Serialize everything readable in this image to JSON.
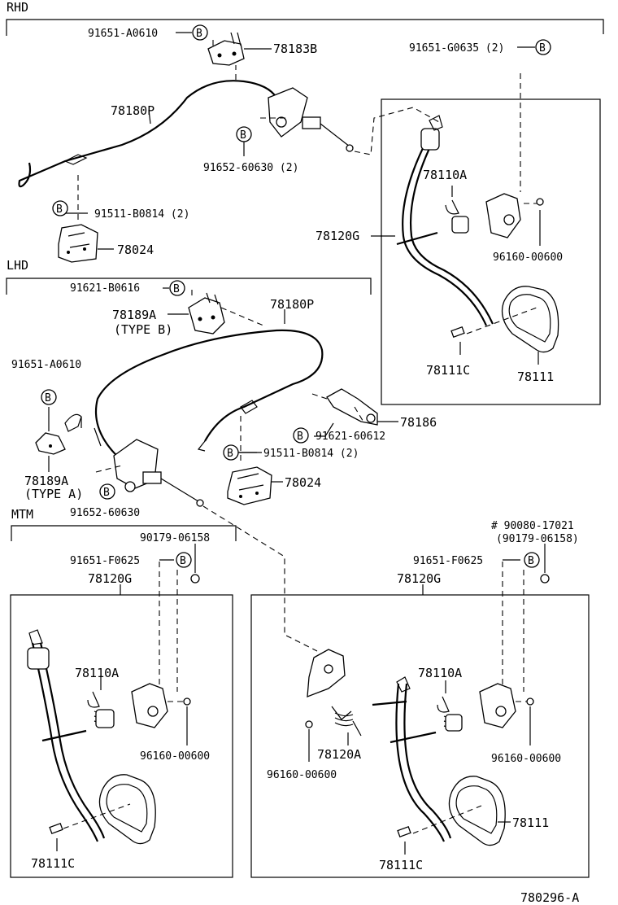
{
  "sections": {
    "rhd": "RHD",
    "lhd": "LHD",
    "mtm": "MTM"
  },
  "labels": {
    "a1": "91651-A0610",
    "a2": "78183B",
    "a3": "91651-G0635 (2)",
    "a4": "78180P",
    "a5": "91652-60630 (2)",
    "a6": "78110A",
    "a7": "91511-B0814 (2)",
    "a8": "78120G",
    "a9": "78024",
    "a10": "96160-00600",
    "a11": "78111C",
    "a12": "78111",
    "b1": "91621-B0616",
    "b2": "78180P",
    "b3": "78189A",
    "b4": "(TYPE B)",
    "b5": "91651-A0610",
    "b6": "78186",
    "b7": "91621-60612",
    "b8": "91511-B0814 (2)",
    "b9": "78024",
    "b10": "78189A",
    "b11": "(TYPE A)",
    "b12": "91652-60630",
    "c1": "90179-06158",
    "c2": "91651-F0625",
    "c3": "78120G",
    "c4": "78110A",
    "c5": "96160-00600",
    "c6": "78111C",
    "d1": "# 90080-17021",
    "d2": "(90179-06158)",
    "d3": "91651-F0625",
    "d4": "78120G",
    "d5": "78110A",
    "d6": "96160-00600",
    "d7": "78120A",
    "d8": "96160-00600",
    "d9": "78111",
    "d10": "78111C"
  },
  "circle_marker": "B",
  "figure_code": "780296-A"
}
